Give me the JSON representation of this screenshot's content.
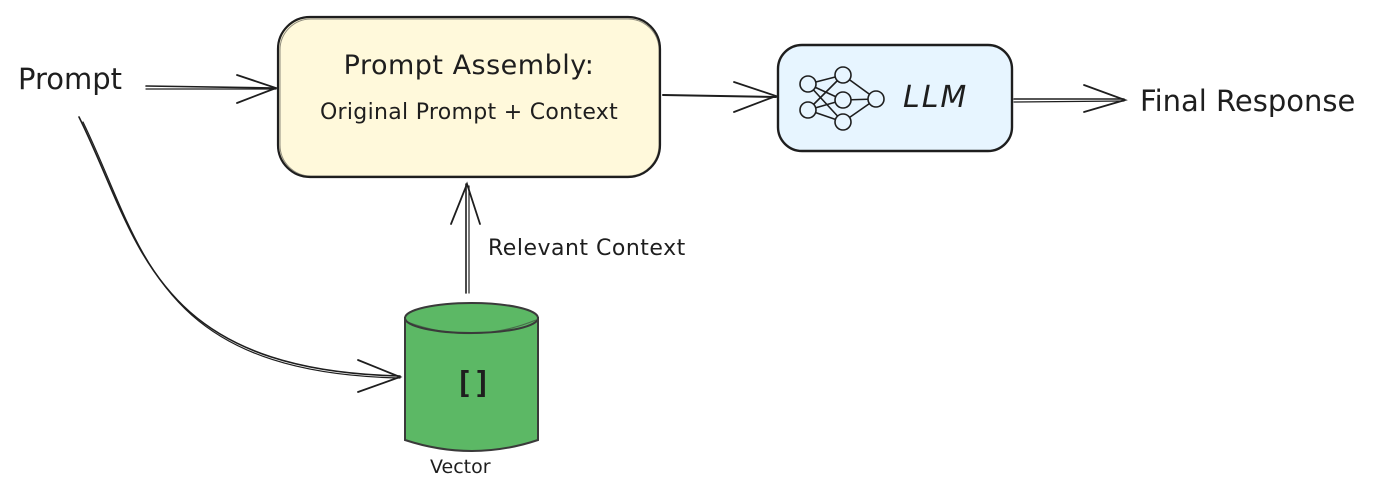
{
  "diagram": {
    "nodes": {
      "prompt": {
        "label": "Prompt"
      },
      "assembly": {
        "title": "Prompt Assembly:",
        "subtitle": "Original Prompt + Context",
        "fill": "#fff9db"
      },
      "llm": {
        "label": "LLM",
        "icon": "neural-network-icon",
        "fill": "#e7f5ff"
      },
      "vector": {
        "label": "Vector",
        "glyph": "[]",
        "icon": "database-cylinder-icon",
        "fill": "#5cb865"
      },
      "final": {
        "label": "Final Response"
      }
    },
    "edges": [
      {
        "from": "prompt",
        "to": "assembly",
        "label": ""
      },
      {
        "from": "prompt",
        "to": "vector",
        "label": ""
      },
      {
        "from": "vector",
        "to": "assembly",
        "label": "Relevant Context"
      },
      {
        "from": "assembly",
        "to": "llm",
        "label": ""
      },
      {
        "from": "llm",
        "to": "final",
        "label": ""
      }
    ],
    "stroke_color": "#1e1e1e"
  }
}
